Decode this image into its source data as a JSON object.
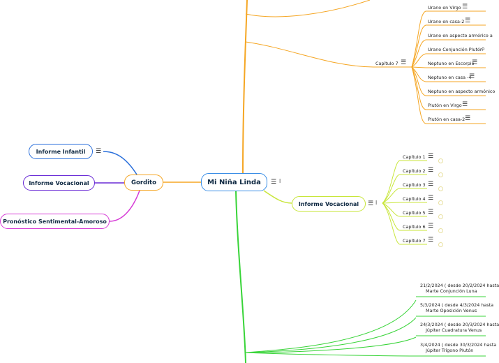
{
  "root": {
    "label": "Mi Niña Linda"
  },
  "gordito": {
    "label": "Gordito",
    "children": [
      "Informe Infantil",
      "Informe Vocacional",
      "Pronóstico Sentimental-Amoroso"
    ]
  },
  "informe_vocacional": {
    "label": "Informe Vocacional",
    "chapters": [
      "Capítulo 1",
      "Capítulo 2",
      "Capítulo 3",
      "Capítulo 4",
      "Capítulo 5",
      "Capítulo 6",
      "Capítulo 7"
    ]
  },
  "top_branch": {
    "chapter_label": "Capítulo 7",
    "items": [
      "Urano en Virgo",
      "Urano en casa-2",
      "Urano en aspecto armórico a",
      "Urano Conjunción Plutón",
      "Neptuno en Escorpio",
      "Neptuno en casa -4",
      "Neptuno en aspecto armónico",
      "Plutón en Virgo",
      "Plutón en casa-2"
    ]
  },
  "bottom_branch": {
    "items": [
      {
        "line1": "21/2/2024   ( desde 20/2/2024 hasta",
        "line2": "Marte Conjunción Luna"
      },
      {
        "line1": "5/3/2024   ( desde 4/3/2024 hasta",
        "line2": "Marte Oposición Venus"
      },
      {
        "line1": "24/3/2024   ( desde 20/3/2024 hasta",
        "line2": "Júpiter Cuadratura Venus"
      },
      {
        "line1": "3/4/2024   ( desde 30/3/2024 hasta",
        "line2": "Júpiter Trígono Plutón"
      }
    ]
  },
  "icons": {
    "menu": "hamburger-icon",
    "clip": "paperclip-icon",
    "note": "note-circle-icon"
  },
  "colors": {
    "root": "#3a8ee6",
    "gordito": "#f5a623",
    "informe_infantil": "#2a6fdb",
    "informe_vocacional_left": "#6a2bd6",
    "pronostico": "#d63ad6",
    "informe_vocacional_right": "#c8e63a",
    "top_branch": "#f5a623",
    "bottom_branch": "#38d438"
  }
}
